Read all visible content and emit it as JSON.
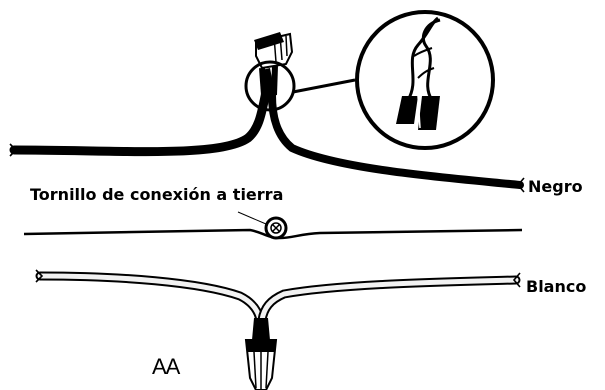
{
  "labels": {
    "ground_screw": "Tornillo de conexión a tierra",
    "black_wire": "Negro",
    "white_wire": "Blanco",
    "corner_mark": "AA"
  },
  "colors": {
    "ink": "#000000",
    "paper": "#ffffff",
    "white_wire_fill": "#f2f2f2"
  }
}
